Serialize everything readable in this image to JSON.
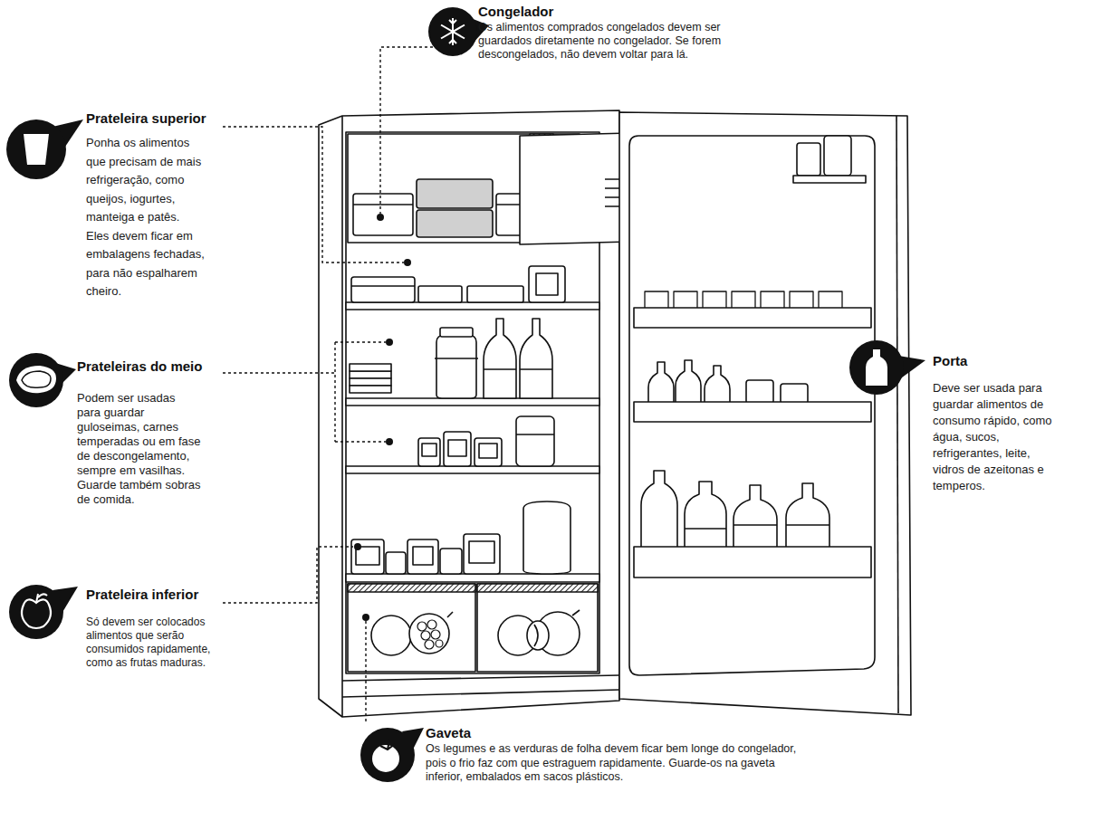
{
  "diagram": {
    "labels": [
      "Congelador",
      "Os alimentos comprados congelados devem ser guardados diretamente no congelador. Se forem descongelados, não devem voltar para lá.",
      "Prateleira superior",
      "Ponha os alimentos que precisam de mais refrigeração, como queijos, iogurtes, manteiga e patês. Eles devem ficar em embalagens fechadas, para não espalharem cheiro.",
      "Prateleiras do meio",
      "Podem ser usadas para guardar guloseimas, carnes temperadas ou em fase de descongelamento, sempre em vasilhas. Guarde também sobras de comida.",
      "Prateleira inferior",
      "Só devem ser colocados alimentos que serão consumidos rapidamente, como as frutas maduras.",
      "Porta",
      "Deve ser usada para guardar alimentos de consumo rápido, como água, sucos, refrigerantes, leite, vidros de azeitonas e temperos.",
      "Gaveta",
      "Os legumes e as verduras de folha devem ficar bem longe do congelador, pois o frio faz com que estraguem rapidamente. Guarde-os na gaveta inferior, embalados em sacos plásticos."
    ]
  }
}
